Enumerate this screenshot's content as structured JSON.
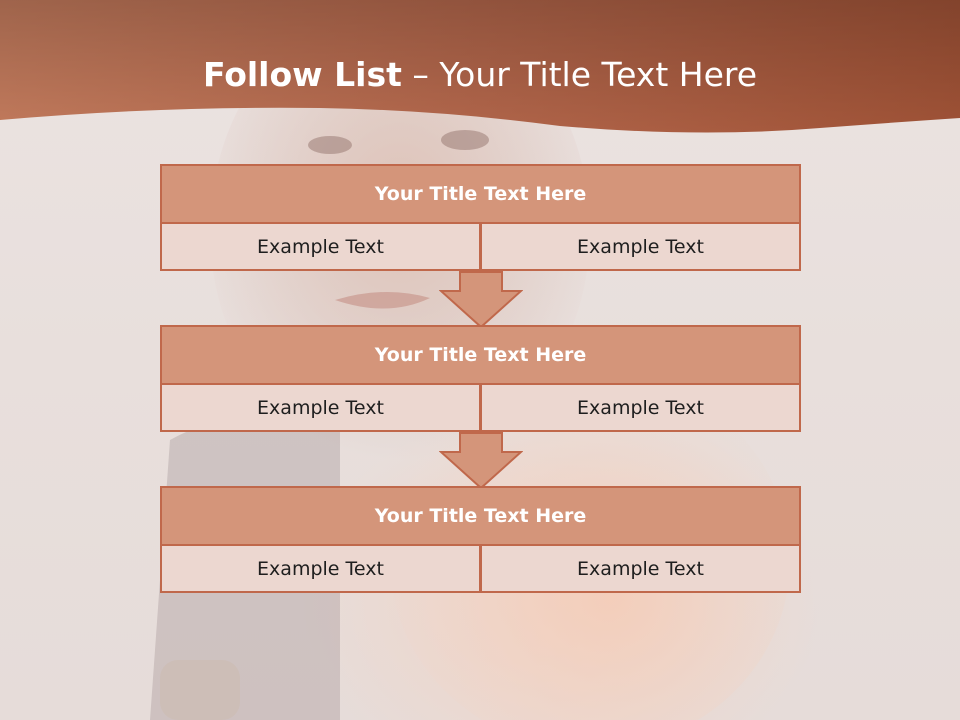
{
  "colors": {
    "header_band": "#b8694a",
    "step_title_fill": "#d4957a",
    "step_border": "#c0684b",
    "cell_fill": "#ecd7d0",
    "background": "#e9e1de"
  },
  "title": {
    "bold": "Follow List",
    "rest": " – Your Title Text Here"
  },
  "steps": [
    {
      "title": "Your Title Text Here",
      "left": "Example Text",
      "right": "Example Text"
    },
    {
      "title": "Your Title Text Here",
      "left": "Example Text",
      "right": "Example Text"
    },
    {
      "title": "Your Title Text Here",
      "left": "Example Text",
      "right": "Example Text"
    }
  ]
}
